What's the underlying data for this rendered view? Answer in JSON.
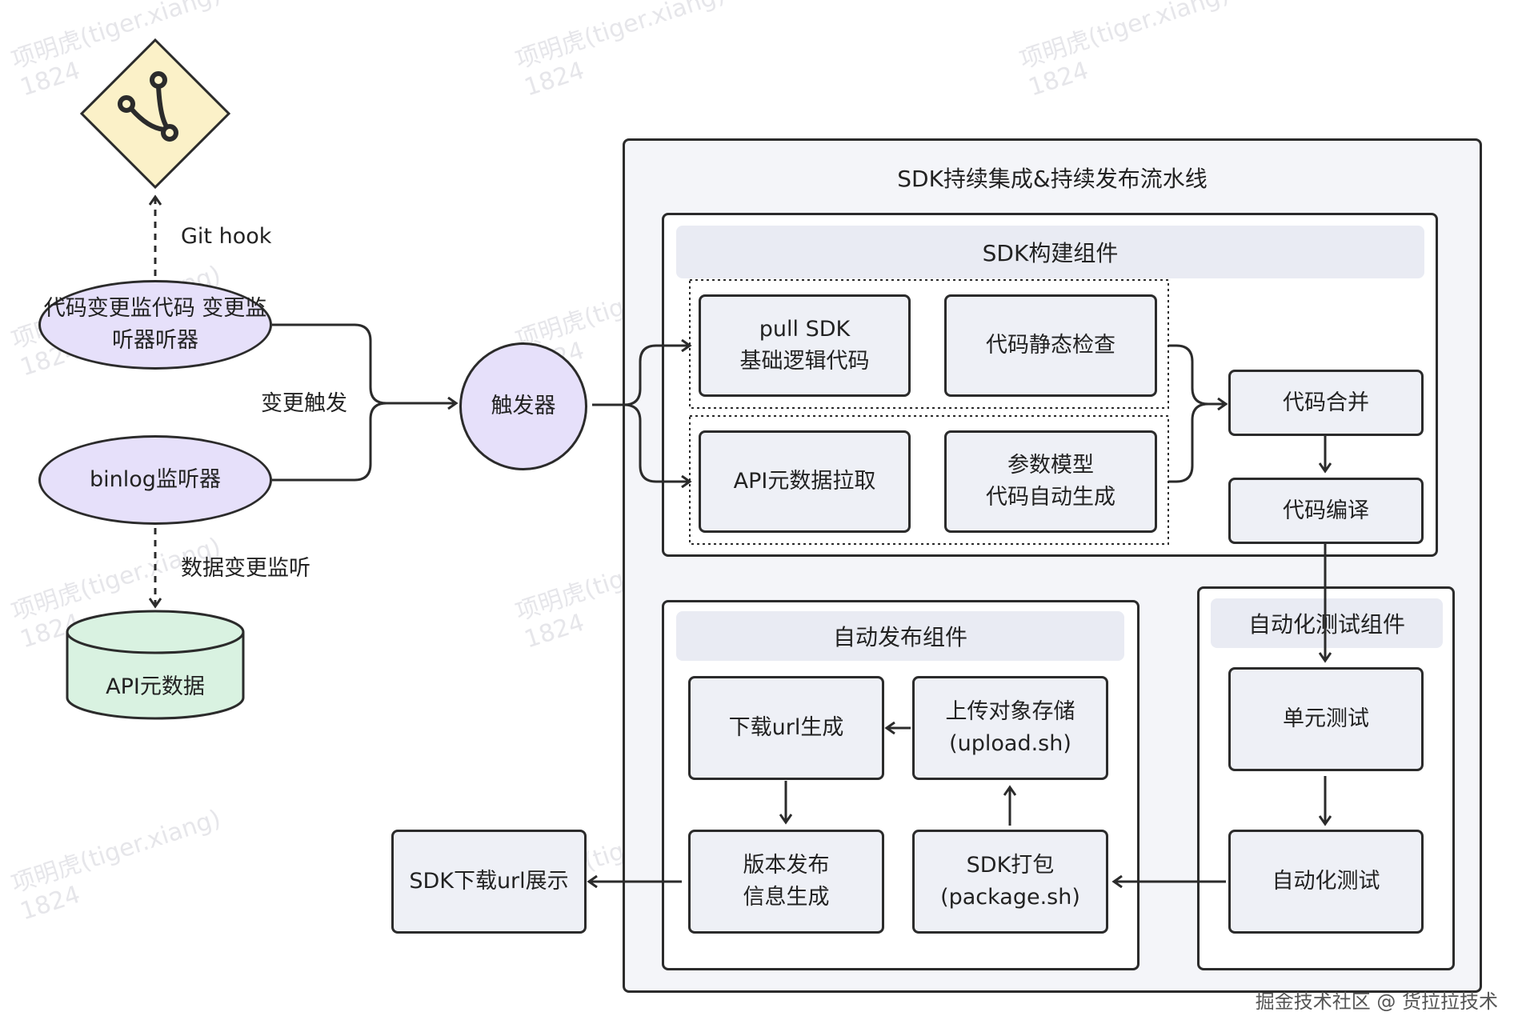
{
  "watermark": {
    "line1": "项明虎(tiger.xiang)",
    "line2": "1824"
  },
  "git_hook_label": "Git hook",
  "code_listener": "代码变更监代码\n变更监听器听器",
  "binlog_listener": "binlog监听器",
  "change_trigger_label": "变更触发",
  "data_listen_label": "数据变更监听",
  "api_metadata_db": "API元数据",
  "trigger": "触发器",
  "pipeline_title": "SDK持续集成&持续发布流水线",
  "build_component": {
    "title": "SDK构建组件",
    "pull_sdk": "pull SDK\n基础逻辑代码",
    "static_check": "代码静态检查",
    "api_fetch": "API元数据拉取",
    "codegen": "参数模型\n代码自动生成",
    "merge": "代码合并",
    "compile": "代码编译"
  },
  "release_component": {
    "title": "自动发布组件",
    "url_gen": "下载url生成",
    "upload": "上传对象存储\n(upload.sh)",
    "release_info": "版本发布\n信息生成",
    "package": "SDK打包\n(package.sh)"
  },
  "test_component": {
    "title": "自动化测试组件",
    "unit_test": "单元测试",
    "auto_test": "自动化测试"
  },
  "sdk_url_display": "SDK下载url展示",
  "footer": "掘金技术社区 @ 货拉拉技术",
  "colors": {
    "box_fill": "#eef0f6",
    "ellipse_fill": "#e6e0fa",
    "db_fill": "#d9f2e1",
    "diamond_fill": "#fbf1c8",
    "stroke": "#2b2b2b"
  },
  "icons": {
    "git": "git-branch-icon"
  }
}
